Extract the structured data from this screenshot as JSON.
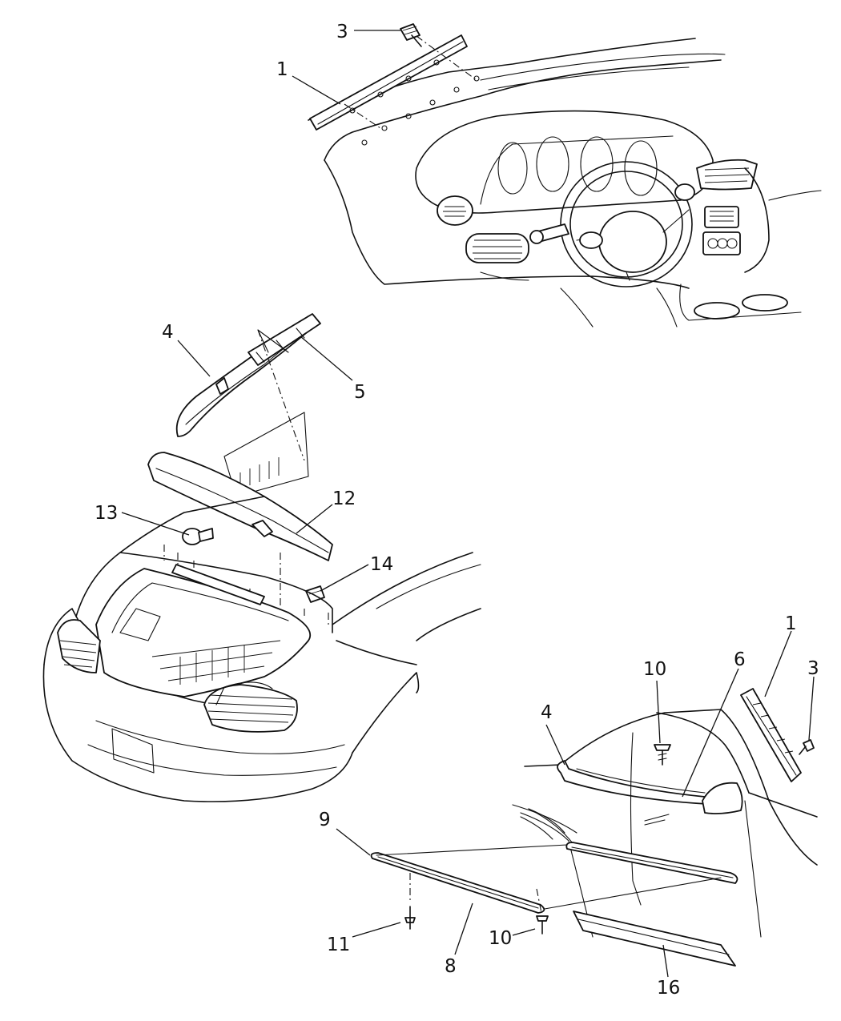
{
  "callouts": {
    "c1_top": "1",
    "c3_top": "3",
    "c4_mid": "4",
    "c5": "5",
    "c12": "12",
    "c13": "13",
    "c14": "14",
    "c1_right": "1",
    "c3_right": "3",
    "c10_top": "10",
    "c6": "6",
    "c4_right": "4",
    "c9": "9",
    "c11": "11",
    "c8": "8",
    "c10_bottom": "10",
    "c16": "16"
  }
}
